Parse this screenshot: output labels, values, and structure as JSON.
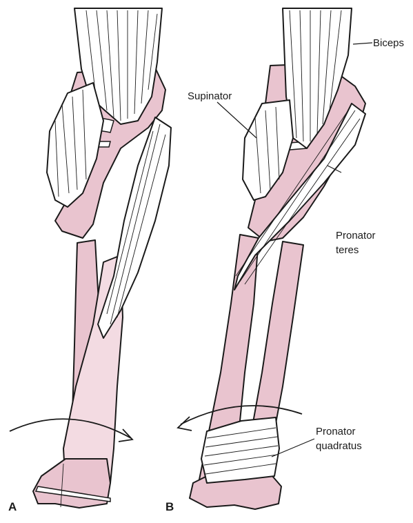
{
  "panels": {
    "a": "A",
    "b": "B"
  },
  "labels": {
    "biceps": "Biceps",
    "supinator": "Supinator",
    "pronator_teres_line1": "Pronator",
    "pronator_teres_line2": "teres",
    "pronator_quadratus_line1": "Pronator",
    "pronator_quadratus_line2": "quadratus"
  },
  "colors": {
    "bone": "#e9c4cf",
    "muscle": "#ffffff",
    "outline": "#1a1a1a"
  }
}
